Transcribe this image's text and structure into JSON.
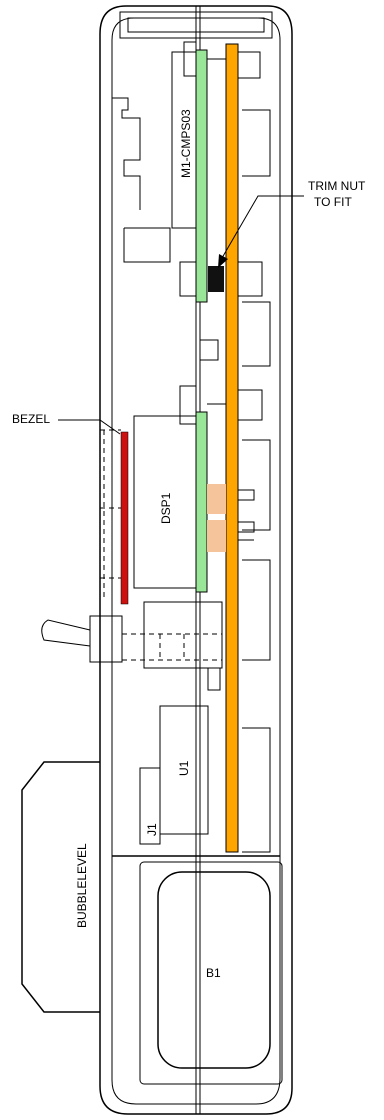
{
  "labels": {
    "m1": "M1-CMPS03",
    "trim_nut_line1": "TRIM NUT",
    "trim_nut_line2": "TO FIT",
    "bezel": "BEZEL",
    "dsp1": "DSP1",
    "u1": "U1",
    "j1": "J1",
    "bubble_level": "BUBBLELEVEL",
    "b1": "B1"
  },
  "colors": {
    "orange_board": "#ffa500",
    "green_board": "#99e699",
    "bezel": "#cc1111",
    "connector": "#f5c49a",
    "outline": "#000000"
  }
}
